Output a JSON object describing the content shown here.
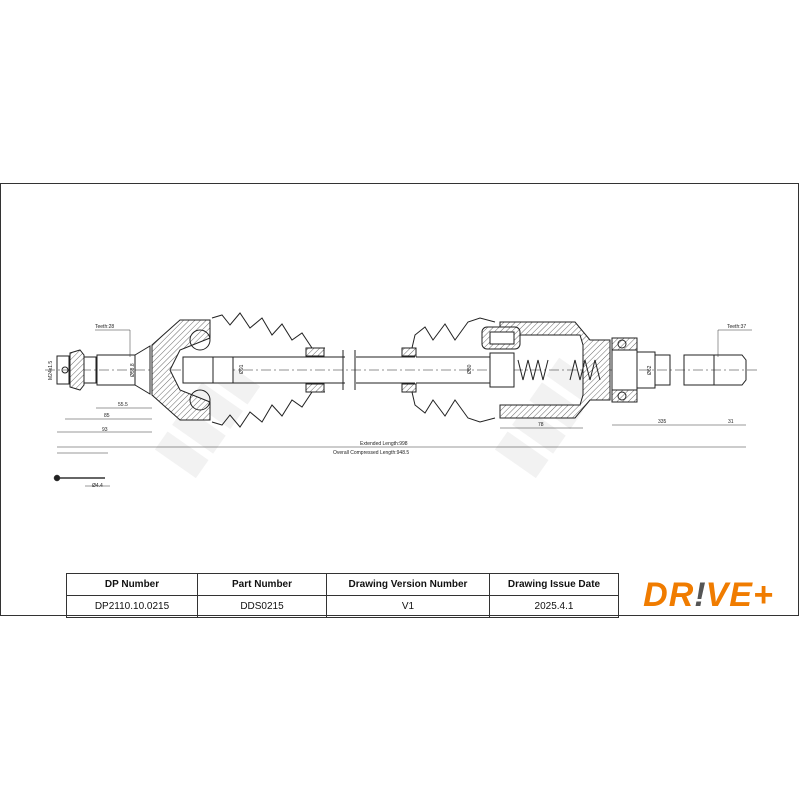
{
  "drawing": {
    "teeth_left": "Teeth:28",
    "teeth_right": "Teeth:37",
    "thread": "M24x1.5",
    "dia_spline_left": "Ø58.8",
    "dia_boot_left": "Ø91",
    "dia_boot_right": "Ø80",
    "dia_bearing": "Ø62",
    "dim_55_5": "55.5",
    "dim_85": "85",
    "dim_93": "93",
    "dim_78": "78",
    "dim_335": "335",
    "dim_31": "31",
    "pin_dia": "Ø4.4",
    "extended_length": "Extended Length:998",
    "compressed_length": "Overall Compressed Length:948.5",
    "watermark": "DRIVE+"
  },
  "table": {
    "headers": [
      "DP Number",
      "Part Number",
      "Drawing Version Number",
      "Drawing Issue Date"
    ],
    "values": [
      "DP2110.10.0215",
      "DDS0215",
      "V1",
      "2025.4.1"
    ]
  },
  "logo": {
    "text_a": "DR",
    "text_b": "!",
    "text_c": "VE+",
    "brand_color": "#f07c00",
    "accent_color": "#555555"
  }
}
